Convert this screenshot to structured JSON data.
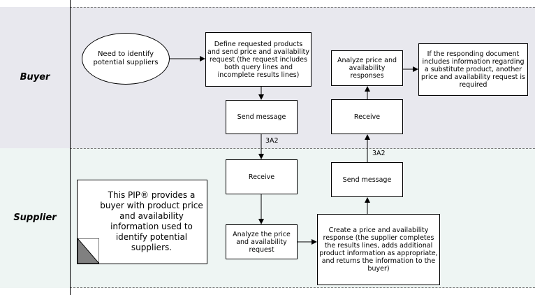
{
  "lanes": {
    "buyer": "Buyer",
    "supplier": "Supplier"
  },
  "start_event": "Need to identify potential suppliers",
  "steps": {
    "define_request": "Define requested products and send price and availability request (the request includes both query lines and incomplete results lines)",
    "send_message_buyer": "Send message",
    "receive_supplier": "Receive",
    "analyze_request": "Analyze the price and availability request",
    "create_response": "Create a price and availability response (the supplier completes the results lines, adds additional product information as appropriate, and returns the information to the buyer)",
    "send_message_supplier": "Send message",
    "receive_buyer": "Receive",
    "analyze_responses": "Analyze price and availability responses",
    "substitute_note": "If the responding document includes information regarding a substitute product, another price and availability request is required"
  },
  "connectors": {
    "request_message": "3A2",
    "response_message": "3A2"
  },
  "note": "This PIP® provides a buyer with product price and availability information used to identify potential suppliers."
}
